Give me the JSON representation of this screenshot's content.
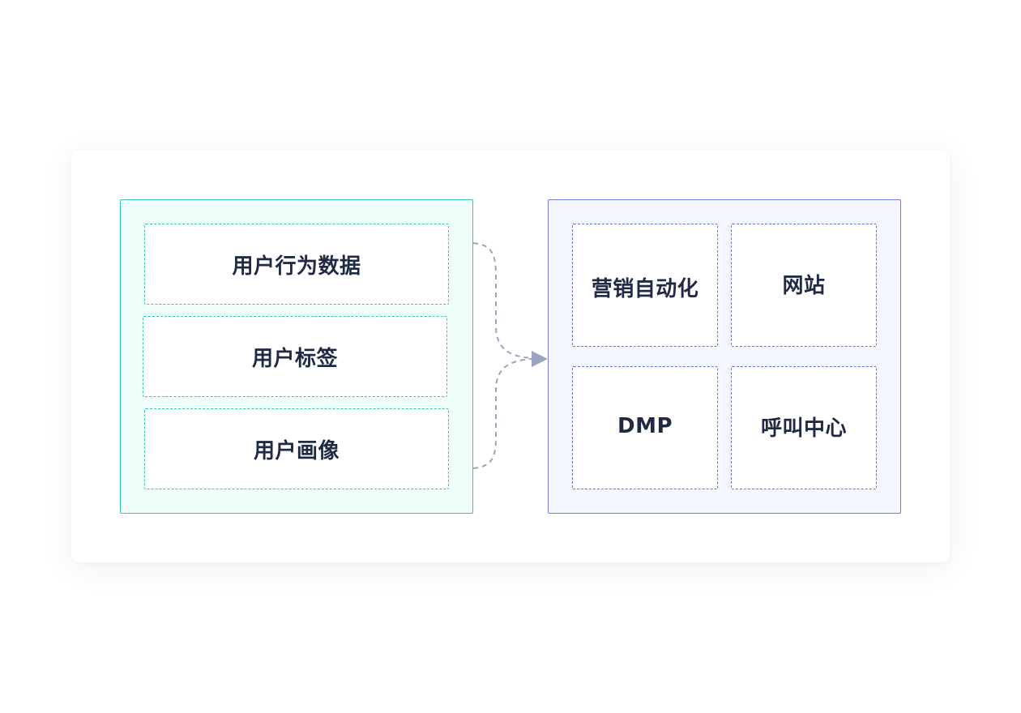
{
  "source_group": {
    "items": [
      {
        "label": "用户行为数据"
      },
      {
        "label": "用户标签"
      },
      {
        "label": "用户画像"
      }
    ]
  },
  "target_group": {
    "items": [
      {
        "label": "营销自动化"
      },
      {
        "label": "网站"
      },
      {
        "label": "DMP"
      },
      {
        "label": "呼叫中心"
      }
    ]
  },
  "colors": {
    "source_accent": "#2fcba7",
    "source_fill": "#effdfb",
    "target_accent": "#7479de",
    "target_fill": "#f3f6fe",
    "connector": "#9aa5bd",
    "text": "#1f2a44"
  }
}
